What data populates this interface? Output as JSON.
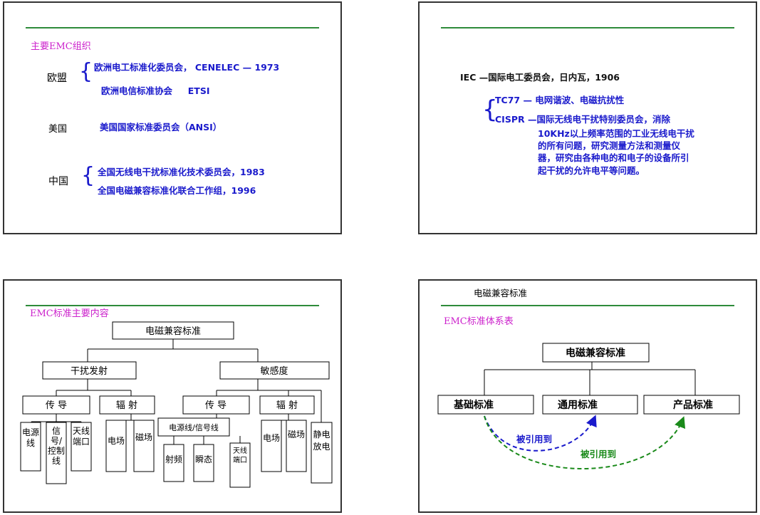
{
  "slide1": {
    "heading": "主要EMC组织",
    "eu_label": "欧盟",
    "eu_line1": "欧洲电工标准化委员会， CENELEC — 1973",
    "eu_line2": "欧洲电信标准协会     ETSI",
    "us_label": "美国",
    "us_line": "美国国家标准委员会（ANSI）",
    "cn_label": "中国",
    "cn_line1": "全国无线电干扰标准化技术委员会，1983",
    "cn_line2": "全国电磁兼容标准化联合工作组，1996"
  },
  "slide2": {
    "iec_line": "IEC —国际电工委员会，日内瓦，1906",
    "tc77_line": "TC77 — 电网谐波、电磁抗扰性",
    "cispr_line1": "CISPR —国际无线电干扰特别委员会，消除",
    "cispr_lines": [
      "10KHz以上频率范围的工业无线电干扰",
      "的所有问题，研究测量方法和测量仪",
      "器，研究由各种电的和电子的设备所引",
      "起干扰的允许电平等问题。"
    ]
  },
  "slide3": {
    "heading": "EMC标准主要内容",
    "root": "电磁兼容标准",
    "emission": "干扰发射",
    "susceptibility": "敏感度",
    "conduct_a": "传 导",
    "radiate_a": "辐 射",
    "conduct_b": "传 导",
    "radiate_b": "辐 射",
    "power_signal": "电源线/信号线",
    "v_power_line": "电源线",
    "v_signal_line": "信号/控制线",
    "v_antenna_a": "天线端口",
    "v_efield_a": "电场",
    "v_mfield_a": "磁场",
    "v_rf": "射频",
    "v_transient": "瞬态",
    "v_antenna_b": "天线端口",
    "v_efield_b": "电场",
    "v_mfield_b": "磁场",
    "v_esd": "静电放电"
  },
  "slide4": {
    "top_title": "电磁兼容标准",
    "heading": "EMC标准体系表",
    "root": "电磁兼容标准",
    "basic": "基础标准",
    "general": "通用标准",
    "product": "产品标准",
    "ref1": "被引用到",
    "ref2": "被引用到"
  },
  "colors": {
    "accent_green": "#2e8b3a",
    "heading_magenta": "#cc22cc",
    "text_blue": "#1a1acc"
  }
}
